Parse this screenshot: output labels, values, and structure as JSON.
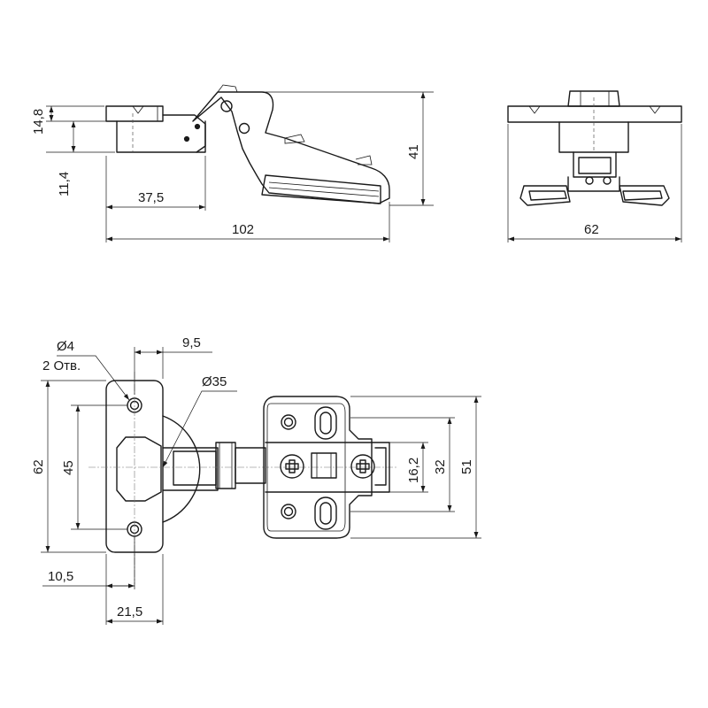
{
  "dimensions": {
    "side_height_top": "14,8",
    "side_height_bottom": "11,4",
    "side_base_length": "37,5",
    "side_total_length": "102",
    "side_total_height": "41",
    "front_width": "62",
    "hole_diameter": "Ø4",
    "hole_count": "2 Отв.",
    "hole_offset": "9,5",
    "cup_diameter": "Ø35",
    "plate_height": "62",
    "hole_spacing": "45",
    "hole_edge_distance": "10,5",
    "plate_width": "21,5",
    "slot_spacing": "16,2",
    "mount_spacing": "32",
    "mount_height": "51"
  },
  "colors": {
    "line": "#1a1a1a",
    "background": "#ffffff"
  }
}
